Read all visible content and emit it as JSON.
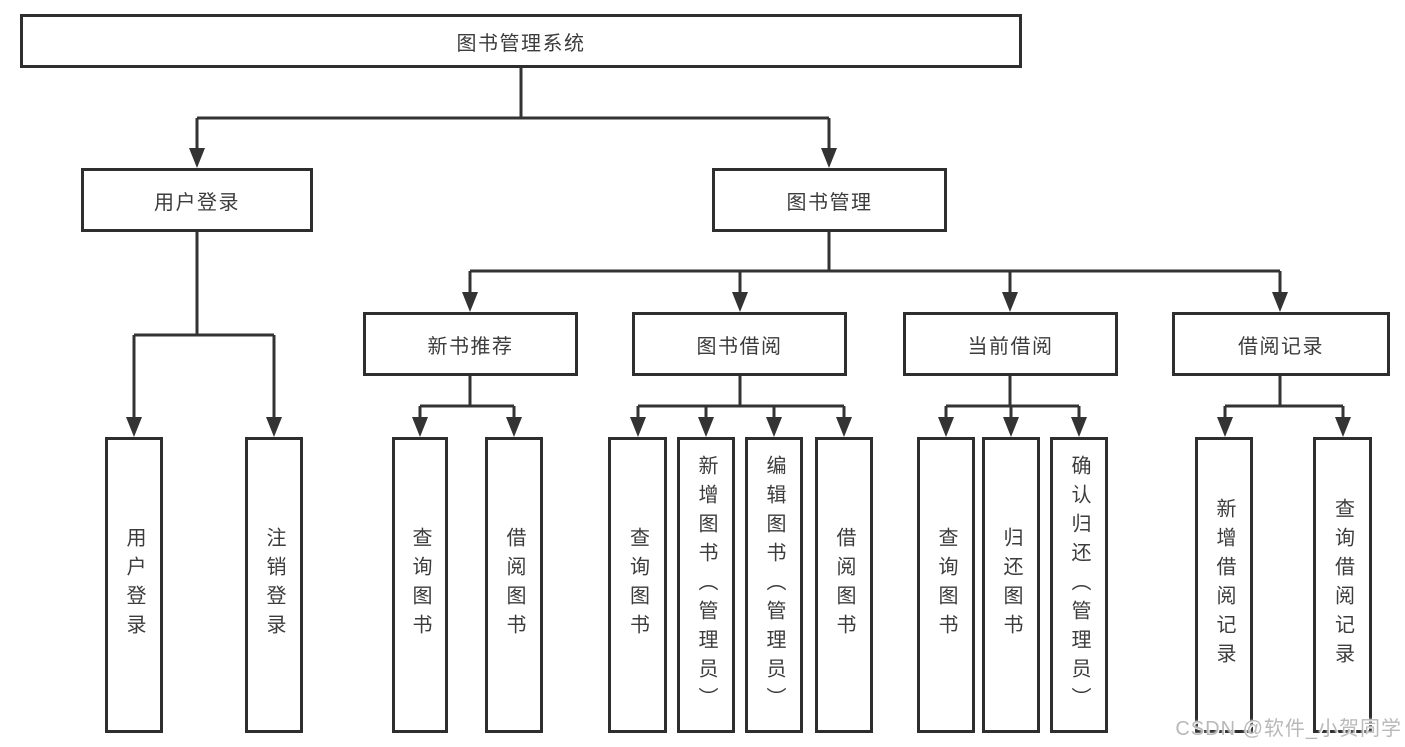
{
  "diagram": {
    "root": {
      "label": "图书管理系统"
    },
    "login_branch": {
      "label": "用户登录",
      "children": [
        "用户登录",
        "注销登录"
      ]
    },
    "management_branch": {
      "label": "图书管理",
      "modules": [
        {
          "label": "新书推荐",
          "children": [
            "查询图书",
            "借阅图书"
          ]
        },
        {
          "label": "图书借阅",
          "children": [
            "查询图书",
            "新增图书（管理员）",
            "编辑图书（管理员）",
            "借阅图书"
          ]
        },
        {
          "label": "当前借阅",
          "children": [
            "查询图书",
            "归还图书",
            "确认归还（管理员）"
          ]
        },
        {
          "label": "借阅记录",
          "children": [
            "新增借阅记录",
            "查询借阅记录"
          ]
        }
      ]
    }
  },
  "watermark": {
    "text": "CSDN @软件_小贺同学"
  },
  "colors": {
    "line": "#333333",
    "box_border": "#2e2e2e",
    "text": "#3c3c3c",
    "background": "#ffffff",
    "watermark": "#b9b9b9"
  }
}
